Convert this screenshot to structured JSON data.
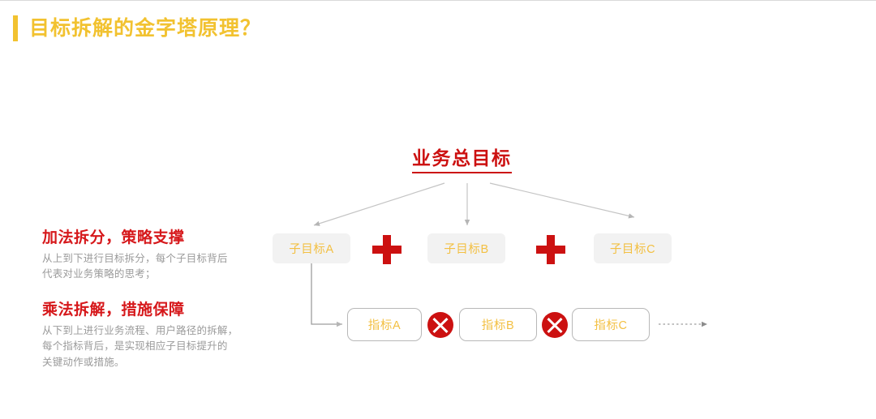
{
  "slide": {
    "title": "目标拆解的金字塔原理？",
    "accent_yellow": "#F2C230",
    "accent_red": "#CC1111",
    "chip_text_color": "#F3C043",
    "chip_bg_color": "#F2F2F2",
    "body_text_color": "#9A9A9A",
    "background": "#FFFFFF"
  },
  "explanations": [
    {
      "heading": "加法拆分，策略支撑",
      "lines": [
        "从上到下进行目标拆分，每个子目标背后",
        "代表对业务策略的思考；"
      ]
    },
    {
      "heading": "乘法拆解，措施保障",
      "lines": [
        "从下到上进行业务流程、用户路径的拆解，",
        "每个指标背后，是实现相应子目标提升的",
        "关键动作或措施。"
      ]
    }
  ],
  "diagram": {
    "top_goal": "业务总目标",
    "subgoals": [
      {
        "label": "子目标A"
      },
      {
        "label": "子目标B"
      },
      {
        "label": "子目标C"
      }
    ],
    "subgoal_operators": [
      {
        "symbol": "+",
        "name": "plus"
      },
      {
        "symbol": "+",
        "name": "plus"
      }
    ],
    "indicators": [
      {
        "label": "指标A"
      },
      {
        "label": "指标B"
      },
      {
        "label": "指标C"
      }
    ],
    "indicator_operators": [
      {
        "symbol": "×",
        "name": "multiply"
      },
      {
        "symbol": "×",
        "name": "multiply"
      }
    ]
  }
}
